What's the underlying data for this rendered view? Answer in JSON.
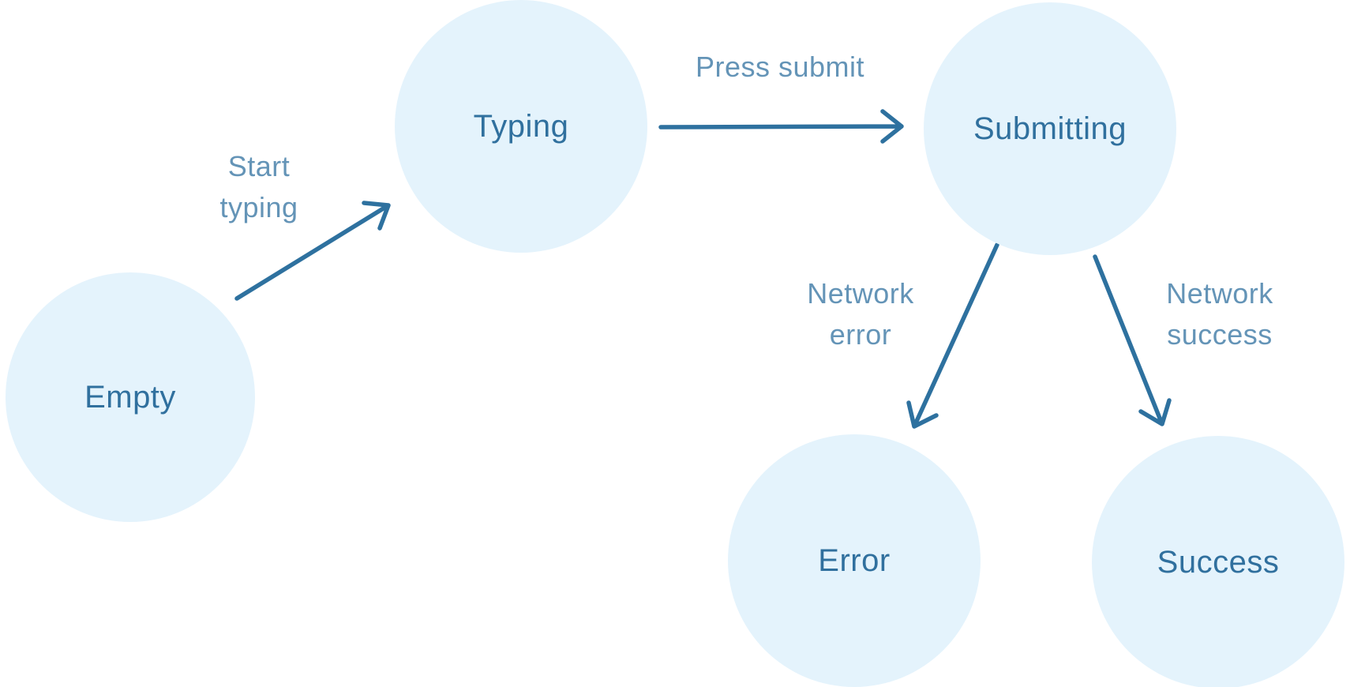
{
  "diagram": {
    "type": "state-machine",
    "states": [
      {
        "id": "empty",
        "label": "Empty"
      },
      {
        "id": "typing",
        "label": "Typing"
      },
      {
        "id": "submitting",
        "label": "Submitting"
      },
      {
        "id": "error",
        "label": "Error"
      },
      {
        "id": "success",
        "label": "Success"
      }
    ],
    "transitions": [
      {
        "from": "Empty",
        "to": "Typing",
        "label": "Start typing",
        "label_lines": [
          "Start",
          "typing"
        ]
      },
      {
        "from": "Typing",
        "to": "Submitting",
        "label": "Press submit",
        "label_lines": [
          "Press submit"
        ]
      },
      {
        "from": "Submitting",
        "to": "Error",
        "label": "Network error",
        "label_lines": [
          "Network",
          "error"
        ]
      },
      {
        "from": "Submitting",
        "to": "Success",
        "label": "Network success",
        "label_lines": [
          "Network",
          "success"
        ]
      }
    ],
    "colors": {
      "background": "#ffffff",
      "node_fill": "#e4f3fc",
      "node_text": "#30709e",
      "arrow": "#2e719f",
      "edge_label": "#31719f"
    }
  }
}
